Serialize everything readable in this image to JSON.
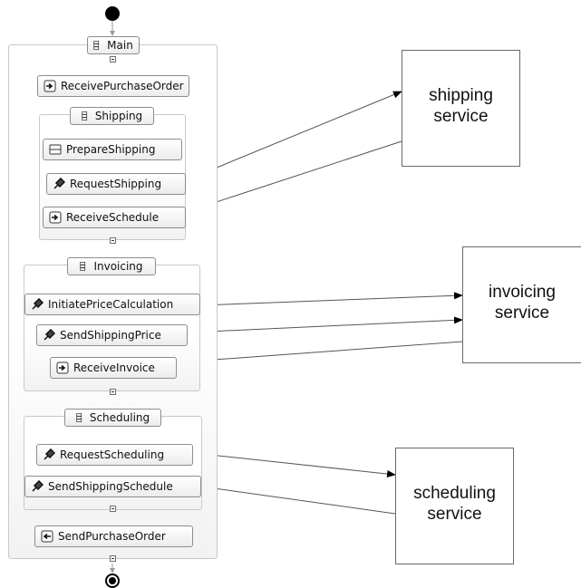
{
  "process": {
    "main_label": "Main",
    "receive_purchase_order": "ReceivePurchaseOrder",
    "send_purchase_order": "SendPurchaseOrder"
  },
  "shipping_scope": {
    "label": "Shipping",
    "prepare": "PrepareShipping",
    "request": "RequestShipping",
    "receive_schedule": "ReceiveSchedule"
  },
  "invoicing_scope": {
    "label": "Invoicing",
    "initiate": "InitiatePriceCalculation",
    "send_price": "SendShippingPrice",
    "receive_invoice": "ReceiveInvoice"
  },
  "scheduling_scope": {
    "label": "Scheduling",
    "request": "RequestScheduling",
    "send_schedule": "SendShippingSchedule"
  },
  "services": {
    "shipping": "shipping\nservice",
    "invoicing": "invoicing\nservice",
    "scheduling": "scheduling\nservice"
  }
}
